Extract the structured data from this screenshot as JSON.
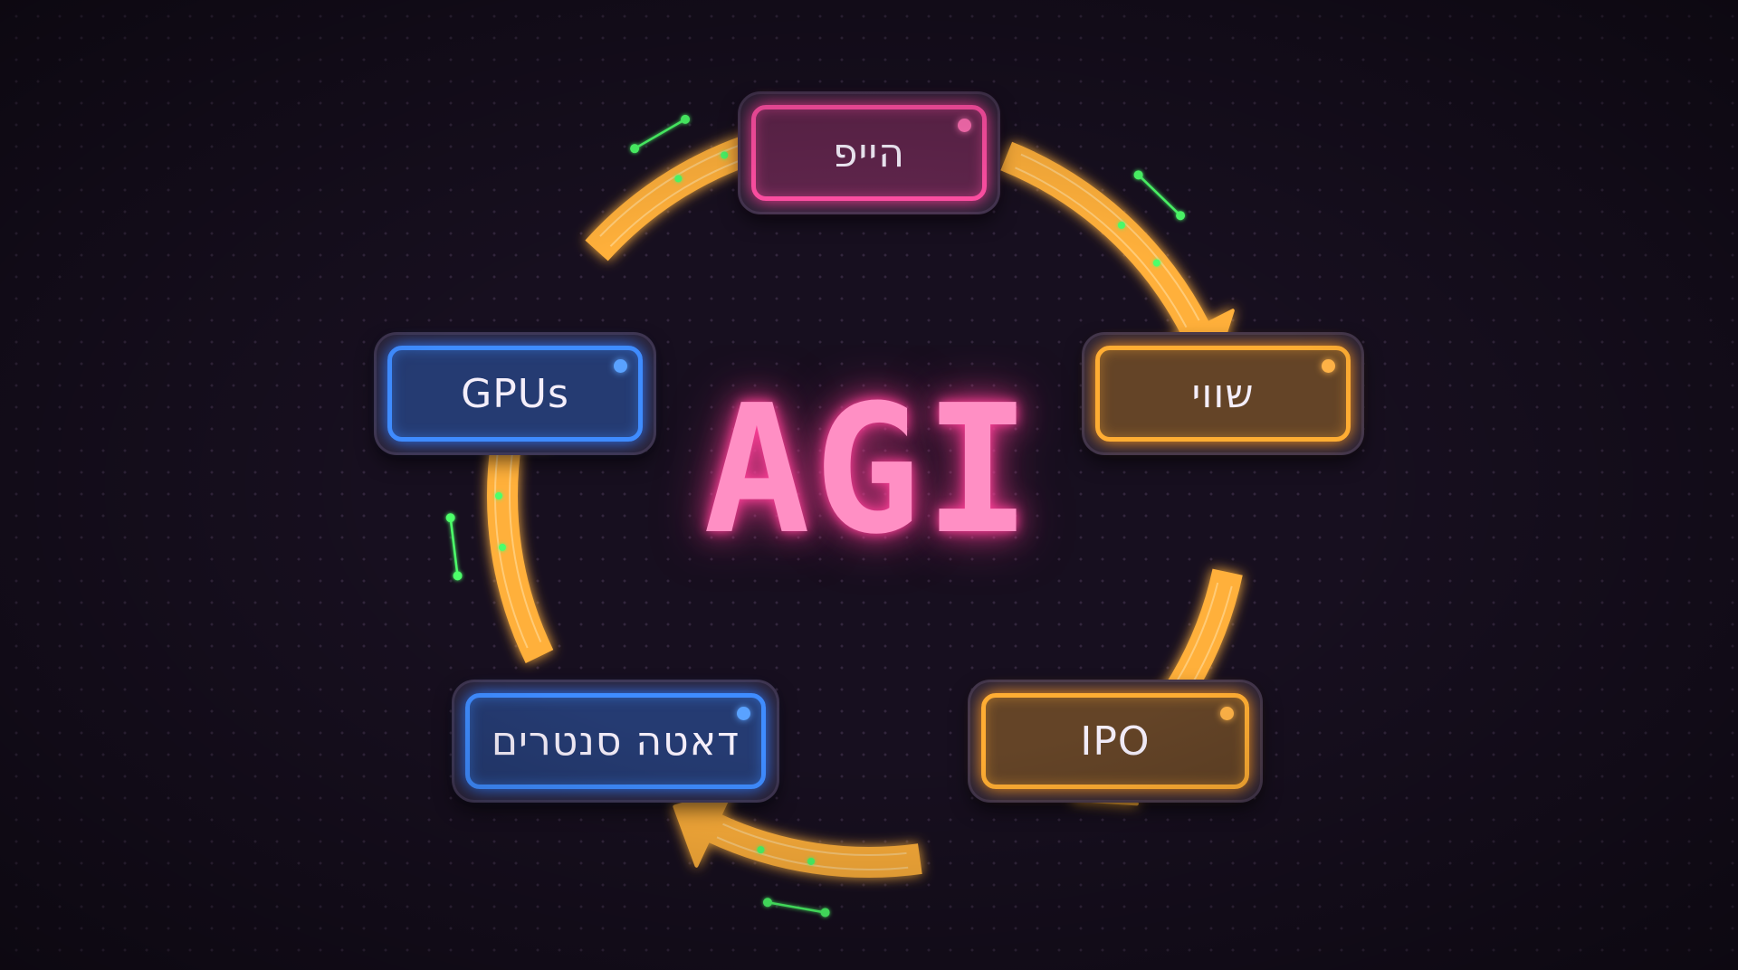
{
  "diagram": {
    "center_label": "AGI",
    "nodes": [
      {
        "id": "hype",
        "label": "הייפ",
        "color": "#ff4fa3"
      },
      {
        "id": "value",
        "label": "שווי",
        "color": "#ffad33"
      },
      {
        "id": "ipo",
        "label": "IPO",
        "color": "#ffad33"
      },
      {
        "id": "datacenters",
        "label": "דאטה סנטרים",
        "color": "#3f8cff"
      },
      {
        "id": "gpus",
        "label": "GPUs",
        "color": "#3f8cff"
      }
    ],
    "edges": [
      {
        "from": "hype",
        "to": "value"
      },
      {
        "from": "value",
        "to": "ipo"
      },
      {
        "from": "ipo",
        "to": "datacenters"
      },
      {
        "from": "datacenters",
        "to": "gpus"
      },
      {
        "from": "gpus",
        "to": "hype"
      }
    ],
    "colors": {
      "arrow": "#ffb03a",
      "arrow_glow": "#ff9a1f",
      "accent_green": "#4dff6a",
      "background": "#170f1f",
      "center_text": "#ff8fc4"
    }
  }
}
